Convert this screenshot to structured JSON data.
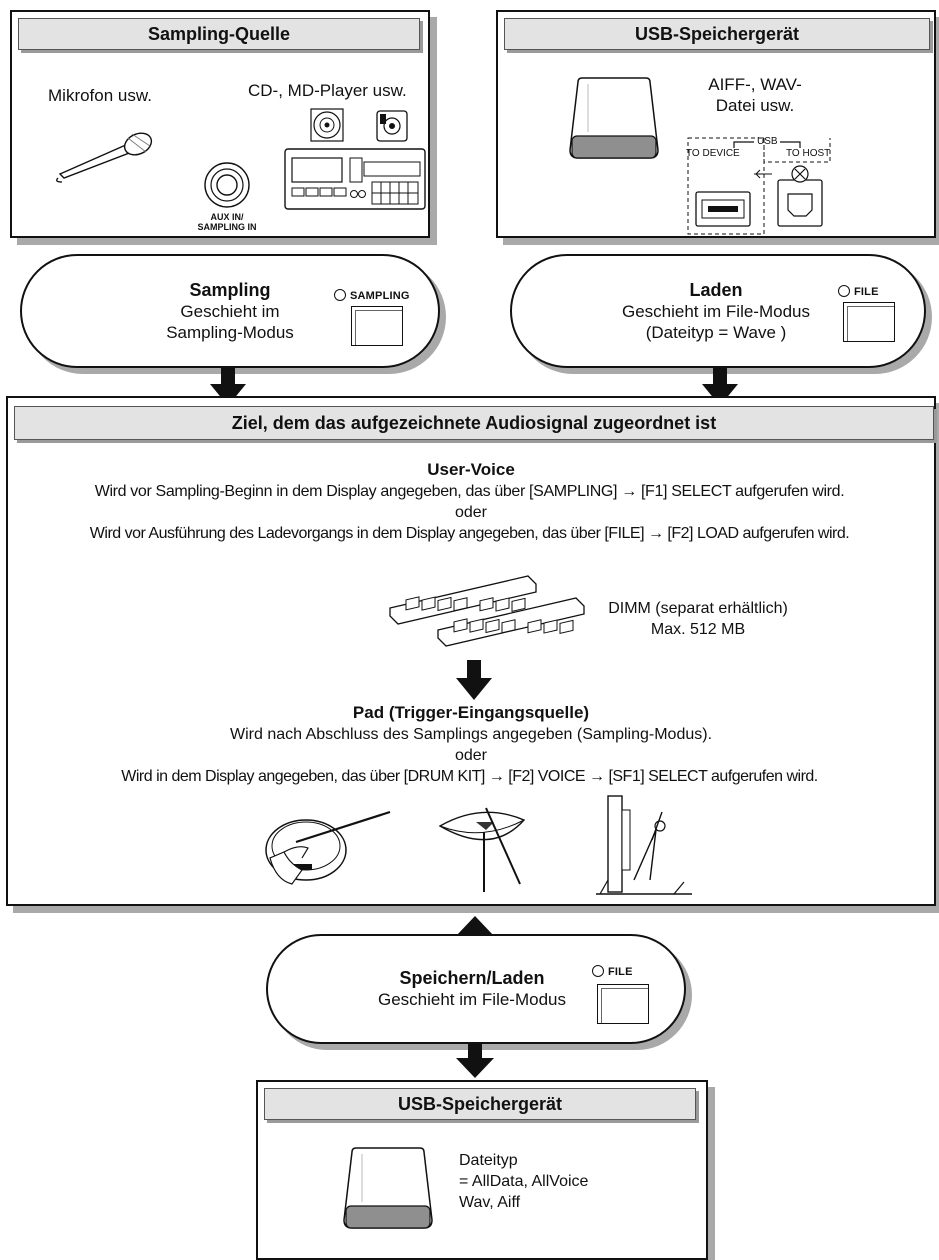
{
  "top_left": {
    "header": "Sampling-Quelle",
    "mic_label": "Mikrofon usw.",
    "player_label": "CD-, MD-Player usw.",
    "jack_label_line1": "AUX IN/",
    "jack_label_line2": "SAMPLING IN"
  },
  "top_right": {
    "header": "USB-Speichergerät",
    "file_label_line1": "AIFF-, WAV-",
    "file_label_line2": "Datei usw.",
    "usb_label": "USB",
    "to_device": "TO DEVICE",
    "to_host": "TO HOST"
  },
  "sampling_step": {
    "title": "Sampling",
    "line1": "Geschieht im",
    "line2": "Sampling-Modus",
    "button_label": "SAMPLING"
  },
  "load_step": {
    "title": "Laden",
    "line1": "Geschieht im File-Modus",
    "line2": "(Dateityp = Wave )",
    "button_label": "FILE"
  },
  "destination": {
    "header": "Ziel, dem das aufgezeichnete Audiosignal zugeordnet ist",
    "user_voice_title": "User-Voice",
    "user_voice_line1": "Wird vor Sampling-Beginn in dem Display angegeben, das über [SAMPLING] → [F1] SELECT aufgerufen wird.",
    "user_voice_or": "oder",
    "user_voice_line2": "Wird vor Ausführung des Ladevorgangs in dem Display angegeben, das über [FILE] → [F2] LOAD aufgerufen wird.",
    "dimm_line1": "DIMM (separat erhältlich)",
    "dimm_line2": "Max. 512 MB",
    "pad_title": "Pad (Trigger-Eingangsquelle)",
    "pad_line1": "Wird nach Abschluss des Samplings angegeben (Sampling-Modus).",
    "pad_or": "oder",
    "pad_line2": "Wird in dem Display angegeben, das über [DRUM KIT] → [F2] VOICE → [SF1] SELECT aufgerufen wird."
  },
  "save_step": {
    "title": "Speichern/Laden",
    "line1": "Geschieht im File-Modus",
    "button_label": "FILE"
  },
  "bottom": {
    "header": "USB-Speichergerät",
    "line1": "Dateityp",
    "line2": "= AllData, AllVoice",
    "line3": "Wav, Aiff"
  }
}
